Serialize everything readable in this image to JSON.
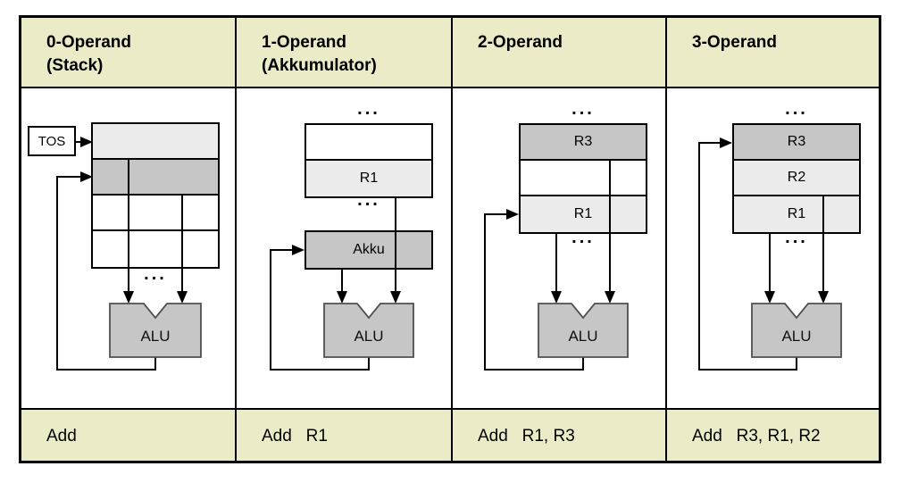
{
  "colors": {
    "table-header-bg": "#ebebc8",
    "cell-light": "#ebebeb",
    "cell-dark": "#c6c6c6",
    "alu-fill": "#c6c6c6",
    "alu-stroke": "#4f4f4f",
    "line": "#000000"
  },
  "glyphs": {
    "dots": "..."
  },
  "columns": [
    {
      "header_line1": "0-Operand",
      "header_line2": "(Stack)",
      "instruction": "Add",
      "tos_label": "TOS",
      "alu_label": "ALU",
      "cells": [
        "",
        "",
        "",
        ""
      ]
    },
    {
      "header_line1": "1-Operand",
      "header_line2": "(Akkumulator)",
      "instruction": "Add   R1",
      "akku_label": "Akku",
      "alu_label": "ALU",
      "cells": [
        "",
        "R1"
      ]
    },
    {
      "header_line1": "2-Operand",
      "header_line2": "",
      "instruction": "Add   R1, R3",
      "alu_label": "ALU",
      "cells": [
        "R3",
        "",
        "R1"
      ]
    },
    {
      "header_line1": "3-Operand",
      "header_line2": "",
      "instruction": "Add   R3, R1, R2",
      "alu_label": "ALU",
      "cells": [
        "R3",
        "R2",
        "R1"
      ]
    }
  ]
}
